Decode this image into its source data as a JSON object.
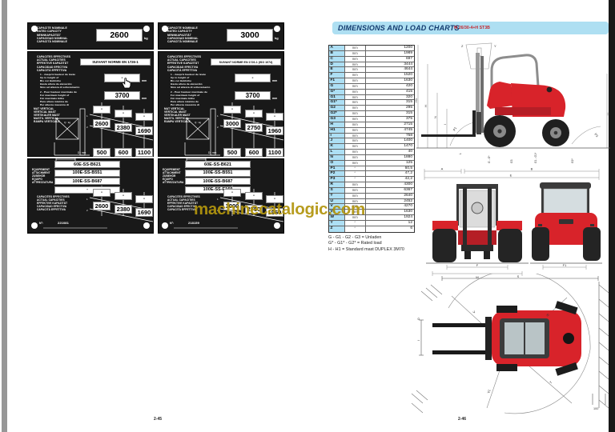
{
  "watermark": {
    "text": "machinecatalogic.com",
    "color": "#b2950e"
  },
  "left_page": {
    "page_number": "2-45",
    "plates": [
      {
        "rated_labels": [
          "CAPACITE NOMINALE",
          "RATED CAPACITY",
          "NENNKAPAZITÄT",
          "CAPACIDAD NOMINAL",
          "CAPACITÀ NOMINALE"
        ],
        "rated_value": "2600",
        "rated_unit": "kg",
        "actual_labels": [
          "CAPACITES EFFECTIVES",
          "ACTUAL CAPACITIES",
          "EFFEKTIVE KAPAZITÄT",
          "CAPACIDAD EFECTIVA",
          "CAPACITÀ EFFETTIVA"
        ],
        "norm": "SUIVANT NORME EN 1726-1",
        "note1_lines": [
          "1 -  Jusqu'à hauteur de levée",
          "Up to height of",
          "Bis zur Hubhöhe",
          "Hasta altura de elevación",
          "Sino ad altezza di sollevamento"
        ],
        "note1_value": "-",
        "note1_unit": "mm",
        "note2_lines": [
          "2 -  Pour hauteur maximale de",
          "For maximum height of",
          "Für maximale Höhe",
          "Para altura máxima de",
          "Per altezza massima di"
        ],
        "note2_value": "3700",
        "note2_unit": "mm",
        "mast_labels": [
          "MAT VERTICAL",
          "VERTICAL MAST",
          "VERTIKALER MAST",
          "MASTIL VERTICAL",
          "RAMPA VERTICALE"
        ],
        "q_label": "Q : kg",
        "d_label": "D : mm",
        "row_markers": [
          "1",
          "2"
        ],
        "cap_row1": [
          "-",
          "-",
          "-"
        ],
        "cap_row2": [
          "2600",
          "2380",
          "1690"
        ],
        "d_row": [
          "500",
          "600",
          "1100"
        ],
        "equip_labels": [
          "EQUIPEMENT",
          "ATTACHMENT",
          "ZUBEHÖR",
          "EQUIPO",
          "ATTREZZATURA"
        ],
        "equip_values": [
          "60E-SS-B621",
          "100E-SS-B551",
          "100E-SS-B687",
          "-"
        ],
        "eff_row1": [
          "-",
          "-",
          "-"
        ],
        "eff_row2": [
          "2600",
          "2380",
          "1690"
        ],
        "serial_label": "N°:",
        "serial": "221081"
      },
      {
        "rated_labels": [
          "CAPACITE NOMINALE",
          "RATED CAPACITY",
          "NENNKAPAZITÄT",
          "CAPACIDAD NOMINAL",
          "CAPACITÀ NOMINALE"
        ],
        "rated_value": "3000",
        "rated_unit": "kg",
        "actual_labels": [
          "CAPACITES EFFECTIVES",
          "ACTUAL CAPACITIES",
          "EFFEKTIVE KAPAZITÄT",
          "CAPACIDAD EFECTIVA",
          "CAPACITÀ EFFETTIVA"
        ],
        "norm": "SUIVANT NORME EN 1726-1 (ISO 1074)",
        "note1_lines": [
          "1 -  Jusqu'à hauteur de levée",
          "Up to height of",
          "Bis zur Hubhöhe",
          "Hasta altura de elevación",
          "Sino ad altezza di sollevamento"
        ],
        "note1_value": "-",
        "note1_unit": "mm",
        "note2_lines": [
          "2 -  Pour hauteur maximale de",
          "For maximum height of",
          "Für maximale Höhe",
          "Para altura máxima de",
          "Per altezza massima di"
        ],
        "note2_value": "3700",
        "note2_unit": "mm",
        "mast_labels": [
          "MAT VERTICAL",
          "VERTICAL MAST",
          "VERTIKALER MAST",
          "MASTIL VERTICAL",
          "RAMPA VERTICALE"
        ],
        "q_label": "Q : kg",
        "d_label": "D : mm",
        "row_markers": [
          "1",
          "2"
        ],
        "cap_row1": [
          "-",
          "-",
          "-"
        ],
        "cap_row2": [
          "3000",
          "2750",
          "1960"
        ],
        "d_row": [
          "500",
          "600",
          "1100"
        ],
        "equip_labels": [
          "EQUIPEMENT",
          "ATTACHMENT",
          "ZUBEHÖR",
          "EQUIPO",
          "ATTREZZATURA"
        ],
        "equip_values": [
          "60E-SS-B621",
          "100E-SS-B551",
          "100E-SS-B687",
          "100E-SS-E160"
        ],
        "eff_row1": [
          "-",
          "-",
          "-"
        ],
        "eff_row2": [
          "3000",
          "2750",
          "1960"
        ],
        "serial_label": "N°:",
        "serial": "218159"
      }
    ]
  },
  "right_page": {
    "page_number": "2-46",
    "header": {
      "title": "DIMENSIONS AND LOAD CHARTS",
      "model": "M 26/30-4+H ST3B"
    },
    "dimensions": {
      "rows": [
        [
          "A",
          "mm",
          "1200"
        ],
        [
          "B",
          "mm",
          "1989"
        ],
        [
          "C",
          "mm",
          "697"
        ],
        [
          "D",
          "mm",
          "3444"
        ],
        [
          "E",
          "mm",
          "4644"
        ],
        [
          "F",
          "mm",
          "1520"
        ],
        [
          "F1",
          "mm",
          "1630"
        ],
        [
          "G",
          "mm",
          "420"
        ],
        [
          "G*",
          "mm",
          "415"
        ],
        [
          "G1",
          "mm",
          "320"
        ],
        [
          "G1*",
          "mm",
          "315"
        ],
        [
          "G2",
          "mm",
          "295"
        ],
        [
          "G2*",
          "mm",
          "315"
        ],
        [
          "G3",
          "mm",
          "375"
        ],
        [
          "H",
          "mm",
          "2715"
        ],
        [
          "H1",
          "mm",
          "4745"
        ],
        [
          "I",
          "mm",
          "758"
        ],
        [
          "J",
          "mm",
          "1400"
        ],
        [
          "K",
          "mm",
          "1470"
        ],
        [
          "L",
          "mm",
          "40"
        ],
        [
          "N",
          "mm",
          "1880"
        ],
        [
          "O",
          "mm",
          "125"
        ],
        [
          "P1",
          "°",
          "60,5"
        ],
        [
          "P2",
          "°",
          "47,2"
        ],
        [
          "P3",
          "°",
          "42,2"
        ],
        [
          "R",
          "mm",
          "4300"
        ],
        [
          "S",
          "mm",
          "6367"
        ],
        [
          "T",
          "mm",
          "2640"
        ],
        [
          "U",
          "mm",
          "2452"
        ],
        [
          "V",
          "mm",
          "4270"
        ],
        [
          "V1",
          "mm",
          "1630"
        ],
        [
          "W",
          "mm",
          "1924"
        ],
        [
          "Y",
          "°",
          "12"
        ],
        [
          "Z",
          "°",
          "6"
        ]
      ]
    },
    "notes": [
      "G - G1 - G2 - G3 = Unladen",
      "G* - G1* - G2* = Rated load",
      "H - H1 = Standard mast DUPLEX 3M70"
    ],
    "drawing_labels": {
      "side": [
        "Z",
        "Y",
        "H1",
        "H",
        "N",
        "I",
        "P1",
        "P3",
        "G - G*",
        "G3",
        "G1 - G1*",
        "G2*",
        "U",
        "L"
      ],
      "front": [
        "A",
        "B",
        "E",
        "F",
        "W",
        "F1"
      ],
      "top": [
        "S",
        "R",
        "V",
        "T",
        "V1",
        "I",
        "O",
        "100"
      ]
    }
  }
}
